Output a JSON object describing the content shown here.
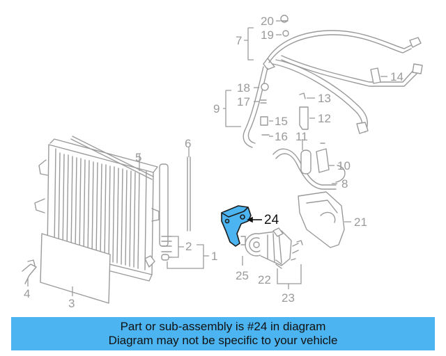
{
  "diagram": {
    "callouts": {
      "c1": "1",
      "c2": "2",
      "c3": "3",
      "c4": "4",
      "c5": "5",
      "c6": "6",
      "c7": "7",
      "c8": "8",
      "c9": "9",
      "c10": "10",
      "c11": "11",
      "c12": "12",
      "c13": "13",
      "c14": "14",
      "c15": "15",
      "c16": "16",
      "c17": "17",
      "c18": "18",
      "c19": "19",
      "c20": "20",
      "c21": "21",
      "c22": "22",
      "c23": "23",
      "c24": "24",
      "c25": "25"
    },
    "highlighted_part": "24",
    "highlight_color": "#4cb4f0",
    "line_color": "#9a9a9a"
  },
  "banner": {
    "line1": "Part or sub-assembly is #24 in diagram",
    "line2": "Diagram may not be specific to your vehicle",
    "background": "#4cb4f0"
  }
}
